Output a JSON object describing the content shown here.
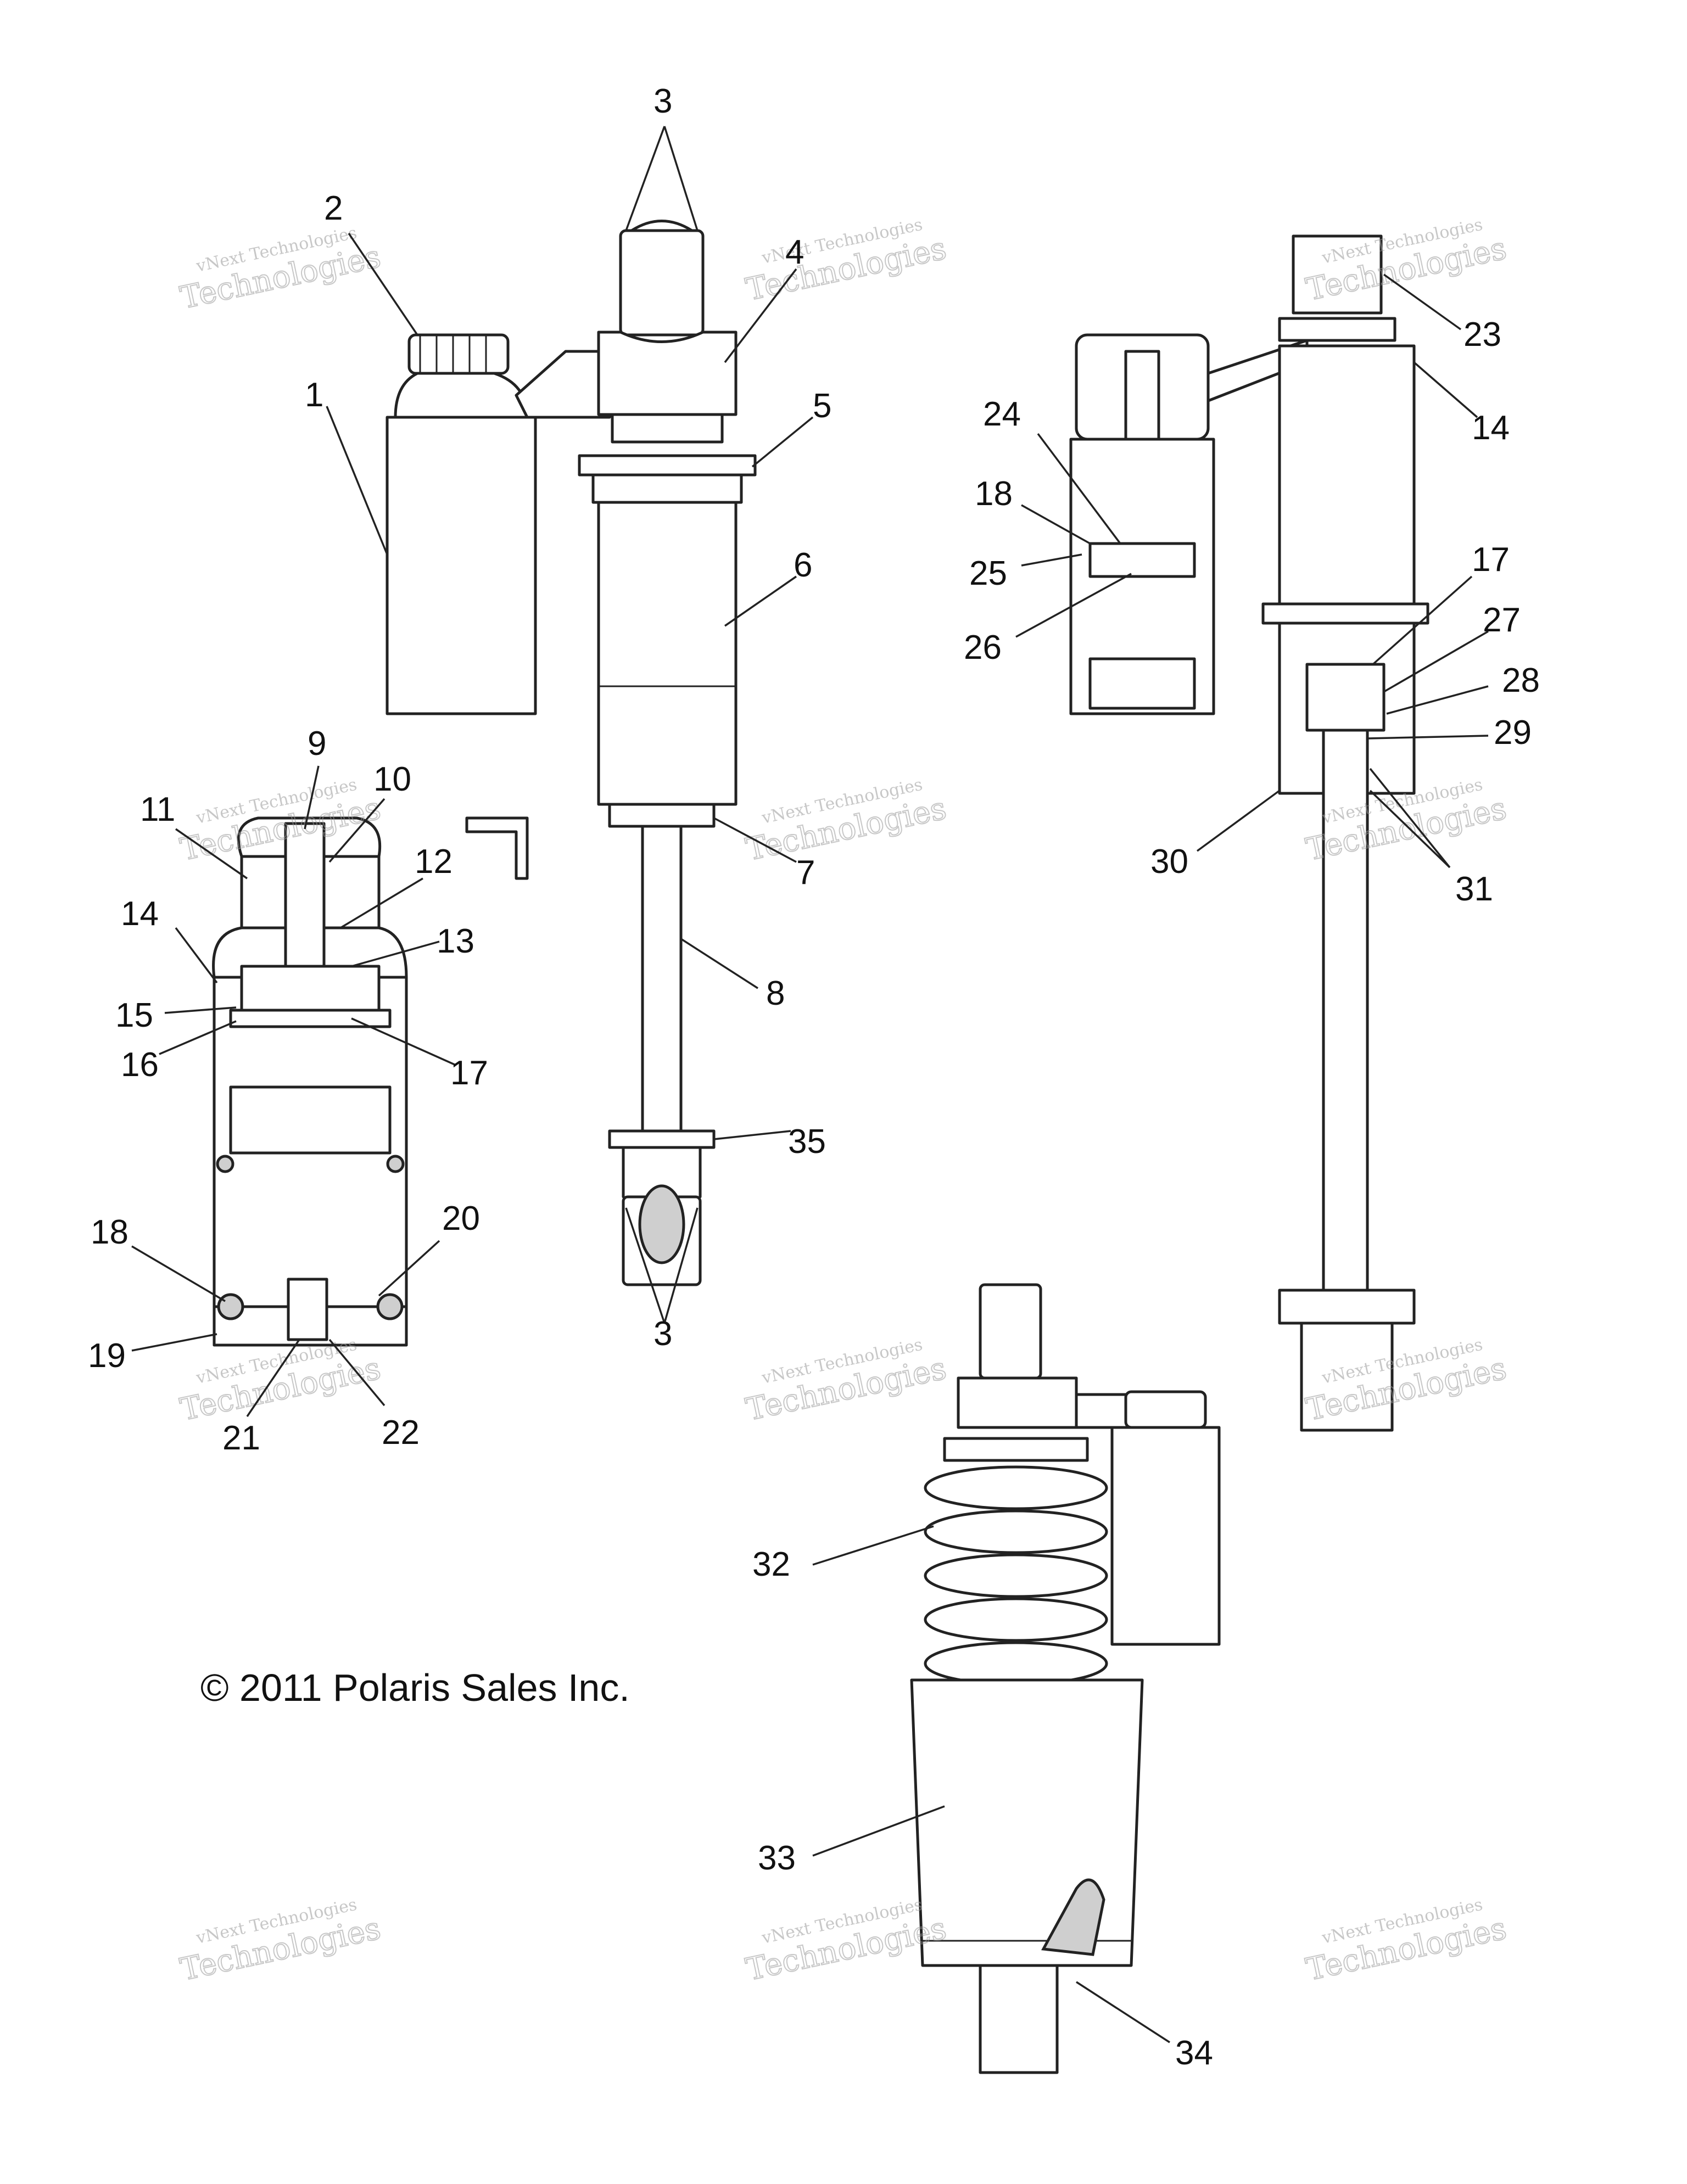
{
  "copyright": "© 2011 Polaris Sales Inc.",
  "watermark": {
    "line1": "vNext Technologies",
    "line2": "Technologies"
  },
  "callouts": [
    {
      "id": "c1",
      "label": "1"
    },
    {
      "id": "c2",
      "label": "2"
    },
    {
      "id": "c3a",
      "label": "3"
    },
    {
      "id": "c3b",
      "label": "3"
    },
    {
      "id": "c4",
      "label": "4"
    },
    {
      "id": "c5",
      "label": "5"
    },
    {
      "id": "c6",
      "label": "6"
    },
    {
      "id": "c7",
      "label": "7"
    },
    {
      "id": "c8",
      "label": "8"
    },
    {
      "id": "c9",
      "label": "9"
    },
    {
      "id": "c10",
      "label": "10"
    },
    {
      "id": "c11",
      "label": "11"
    },
    {
      "id": "c12",
      "label": "12"
    },
    {
      "id": "c13",
      "label": "13"
    },
    {
      "id": "c14a",
      "label": "14"
    },
    {
      "id": "c14b",
      "label": "14"
    },
    {
      "id": "c15",
      "label": "15"
    },
    {
      "id": "c16",
      "label": "16"
    },
    {
      "id": "c17a",
      "label": "17"
    },
    {
      "id": "c17b",
      "label": "17"
    },
    {
      "id": "c18a",
      "label": "18"
    },
    {
      "id": "c18b",
      "label": "18"
    },
    {
      "id": "c19",
      "label": "19"
    },
    {
      "id": "c20",
      "label": "20"
    },
    {
      "id": "c21",
      "label": "21"
    },
    {
      "id": "c22",
      "label": "22"
    },
    {
      "id": "c23",
      "label": "23"
    },
    {
      "id": "c24",
      "label": "24"
    },
    {
      "id": "c25",
      "label": "25"
    },
    {
      "id": "c26",
      "label": "26"
    },
    {
      "id": "c27",
      "label": "27"
    },
    {
      "id": "c28",
      "label": "28"
    },
    {
      "id": "c29",
      "label": "29"
    },
    {
      "id": "c30",
      "label": "30"
    },
    {
      "id": "c31",
      "label": "31"
    },
    {
      "id": "c32",
      "label": "32"
    },
    {
      "id": "c33",
      "label": "33"
    },
    {
      "id": "c34",
      "label": "34"
    },
    {
      "id": "c35",
      "label": "35"
    }
  ]
}
